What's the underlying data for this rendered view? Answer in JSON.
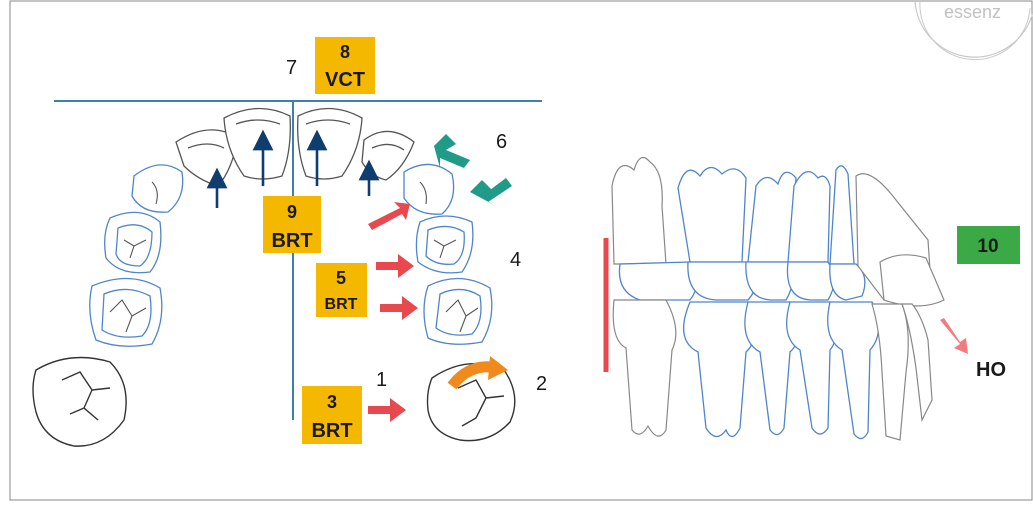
{
  "labels": {
    "l1": "1",
    "l2": "2",
    "l4": "4",
    "l6": "6",
    "l7": "7",
    "ho": "HO"
  },
  "tags": {
    "t8": {
      "num": "8",
      "text": "VCT"
    },
    "t9": {
      "num": "9",
      "text": "BRT"
    },
    "t5": {
      "num": "5",
      "text": "BRT"
    },
    "t3": {
      "num": "3",
      "text": "BRT"
    },
    "t10": {
      "num": "10"
    }
  },
  "watermark": "essenz",
  "colors": {
    "tag_yellow": "#f5b800",
    "tag_green": "#3ba946",
    "blue_line": "#3f7fae",
    "tooth_blue": "#4f85c9",
    "arrow_navy": "#0f3d6e",
    "arrow_red": "#e8494f",
    "arrow_teal": "#1f9b88",
    "arrow_orange": "#f08a1c"
  }
}
